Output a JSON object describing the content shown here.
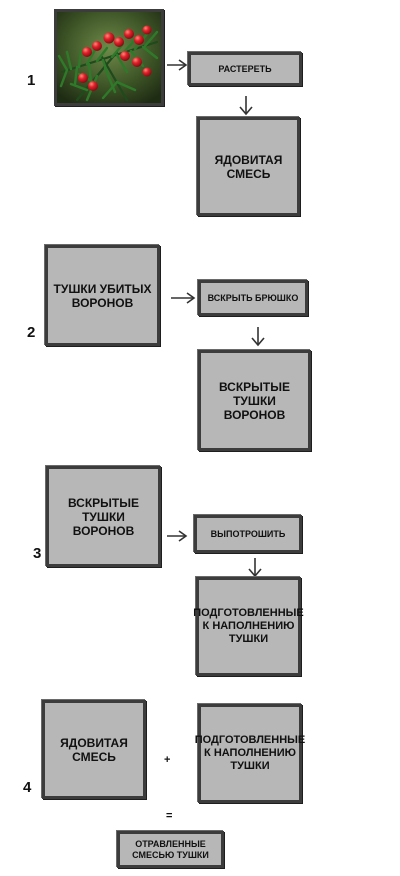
{
  "steps": [
    {
      "number": "1",
      "action": "РАСТЕРЕТЬ",
      "result": "ЯДОВИТАЯ СМЕСЬ",
      "image": "yew-berries-branch"
    },
    {
      "number": "2",
      "input": "ТУШКИ УБИТЫХ ВОРОНОВ",
      "action": "ВСКРЫТЬ БРЮШКО",
      "result": "ВСКРЫТЫЕ ТУШКИ ВОРОНОВ"
    },
    {
      "number": "3",
      "input": "ВСКРЫТЫЕ ТУШКИ ВОРОНОВ",
      "action": "ВЫПОТРОШИТЬ",
      "result": "ПОДГОТОВЛЕННЫЕ К НАПОЛНЕНИЮ ТУШКИ"
    },
    {
      "number": "4",
      "input_a": "ЯДОВИТАЯ СМЕСЬ",
      "operator": "+",
      "input_b": "ПОДГОТОВЛЕННЫЕ К НАПОЛНЕНИЮ ТУШКИ",
      "equals": "=",
      "result": "ОТРАВЛЕННЫЕ СМЕСЬЮ ТУШКИ"
    }
  ],
  "icons": {
    "arrow": "right-arrow-icon",
    "down_arrow": "down-arrow-icon"
  }
}
